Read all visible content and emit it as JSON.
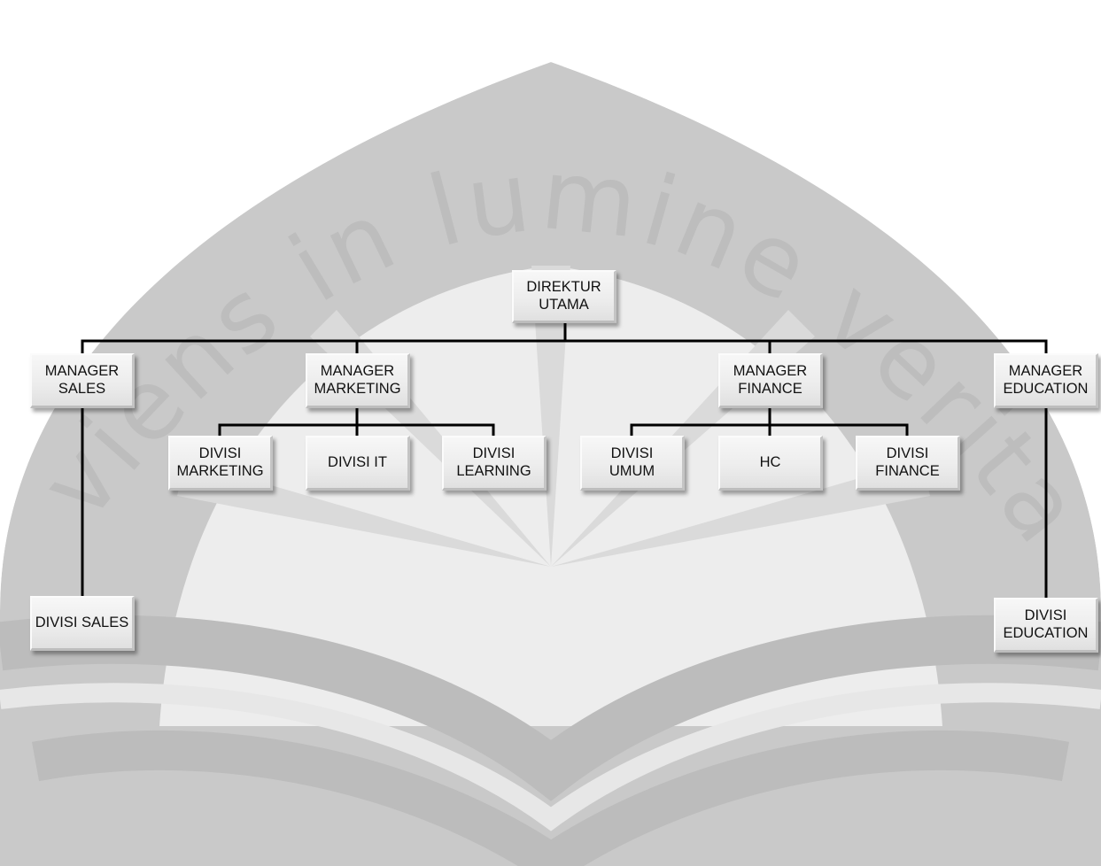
{
  "watermark": {
    "motto": "serviens in lumine veritatis",
    "color": "#c8c8c8"
  },
  "org_chart": {
    "root": {
      "label": "DIREKTUR\nUTAMA"
    },
    "managers": [
      {
        "label": "MANAGER\nSALES"
      },
      {
        "label": "MANAGER\nMARKETING"
      },
      {
        "label": "MANAGER\nFINANCE"
      },
      {
        "label": "MANAGER\nEDUCATION"
      }
    ],
    "divisions": {
      "sales": [
        {
          "label": "DIVISI SALES"
        }
      ],
      "marketing": [
        {
          "label": "DIVISI\nMARKETING"
        },
        {
          "label": "DIVISI IT"
        },
        {
          "label": "DIVISI\nLEARNING"
        }
      ],
      "finance": [
        {
          "label": "DIVISI\nUMUM"
        },
        {
          "label": "HC"
        },
        {
          "label": "DIVISI\nFINANCE"
        }
      ],
      "education": [
        {
          "label": "DIVISI\nEDUCATION"
        }
      ]
    }
  }
}
